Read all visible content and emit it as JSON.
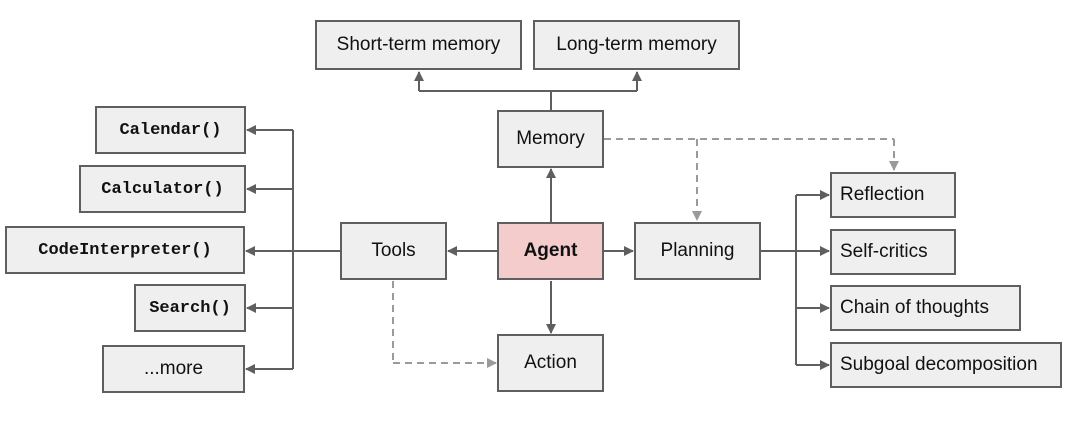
{
  "nodes": {
    "agent": "Agent",
    "memory": "Memory",
    "short_term_memory": "Short-term memory",
    "long_term_memory": "Long-term memory",
    "tools": "Tools",
    "planning": "Planning",
    "action": "Action",
    "tool_items": [
      "Calendar()",
      "Calculator()",
      "CodeInterpreter()",
      "Search()",
      "...more"
    ],
    "planning_items": [
      "Reflection",
      "Self-critics",
      "Chain of thoughts",
      "Subgoal decomposition"
    ]
  },
  "colors": {
    "agent_fill": "#f4cccc",
    "box_fill": "#efefef",
    "solid_line": "#5f5f5f",
    "dashed_line": "#9a9a9a"
  }
}
